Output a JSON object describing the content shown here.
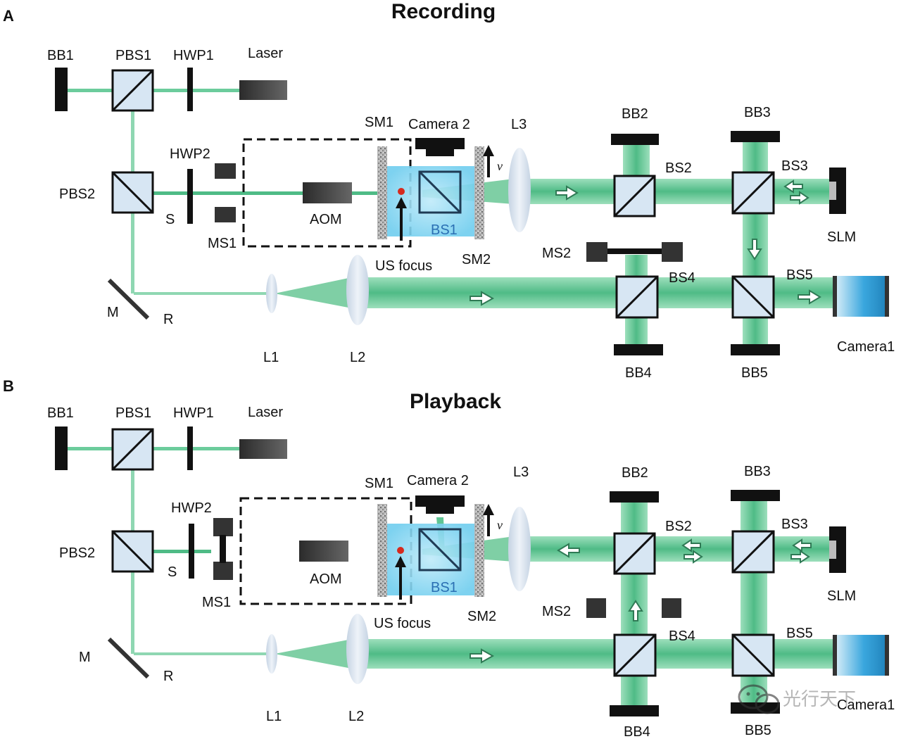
{
  "panels": [
    {
      "letter": "A",
      "title": "Recording",
      "labels": {
        "bb1": "BB1",
        "pbs1": "PBS1",
        "hwp1": "HWP1",
        "laser": "Laser",
        "pbs2": "PBS2",
        "hwp2": "HWP2",
        "s": "S",
        "ms1": "MS1",
        "aom": "AOM",
        "sm1": "SM1",
        "camera2": "Camera 2",
        "bs1": "BS1",
        "us_focus": "US focus",
        "sm2": "SM2",
        "v": "v",
        "l3": "L3",
        "bb2": "BB2",
        "bs2": "BS2",
        "bb3": "BB3",
        "bs3": "BS3",
        "slm": "SLM",
        "ms2": "MS2",
        "bs4": "BS4",
        "bs5": "BS5",
        "camera1": "Camera1",
        "bb4": "BB4",
        "bb5": "BB5",
        "m": "M",
        "r": "R",
        "l1": "L1",
        "l2": "L2"
      }
    },
    {
      "letter": "B",
      "title": "Playback",
      "labels": {
        "bb1": "BB1",
        "pbs1": "PBS1",
        "hwp1": "HWP1",
        "laser": "Laser",
        "pbs2": "PBS2",
        "hwp2": "HWP2",
        "s": "S",
        "ms1": "MS1",
        "aom": "AOM",
        "sm1": "SM1",
        "camera2": "Camera 2",
        "bs1": "BS1",
        "us_focus": "US focus",
        "sm2": "SM2",
        "v": "v",
        "l3": "L3",
        "bb2": "BB2",
        "bs2": "BS2",
        "bb3": "BB3",
        "bs3": "BS3",
        "slm": "SLM",
        "ms2": "MS2",
        "bs4": "BS4",
        "bs5": "BS5",
        "camera1": "Camera1",
        "bb4": "BB4",
        "bb5": "BB5",
        "m": "M",
        "r": "R",
        "l1": "L1",
        "l2": "L2"
      }
    }
  ],
  "watermark": {
    "text": "光行天下",
    "icon": "wechat-icon"
  },
  "colors": {
    "beam": "#6ccc9c",
    "beam_dark": "#3fae7a",
    "cube_fill": "#d7e6f3",
    "scatter": "#7fd3f0",
    "camera1": "#35a4dc",
    "focus_dot": "#d62a1e"
  }
}
